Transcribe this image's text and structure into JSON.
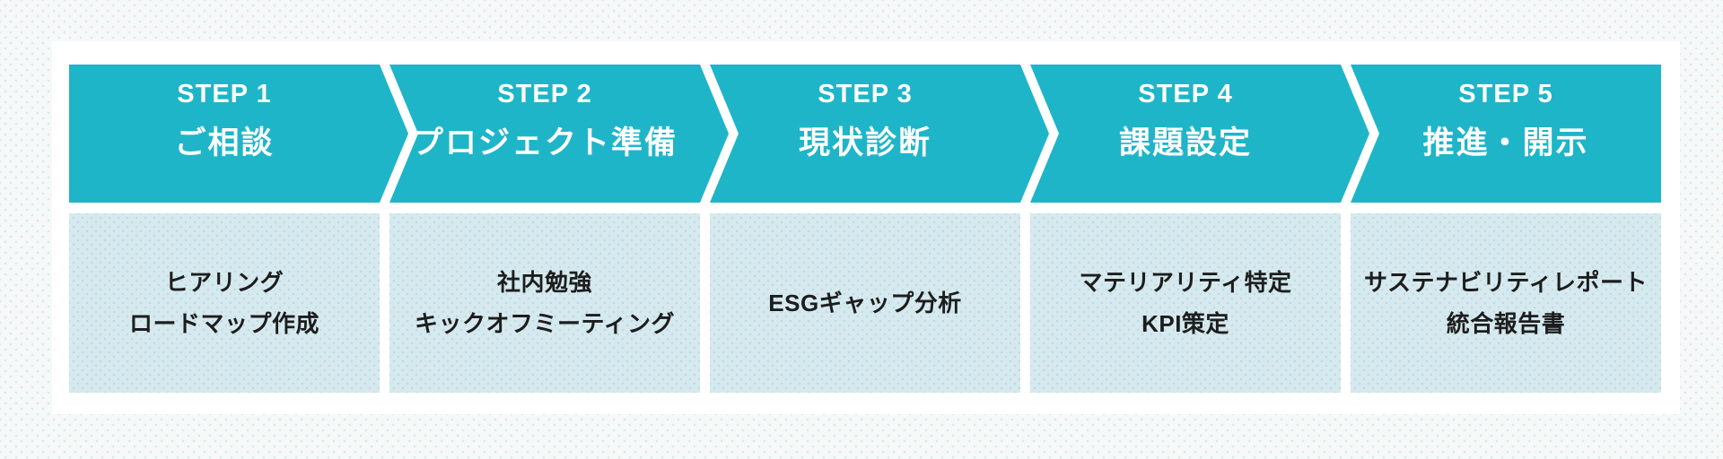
{
  "colors": {
    "page_bg": "#f7f8f8",
    "card_bg": "#ffffff",
    "accent_teal": "#1fb5c8",
    "detail_box_bg": "#d6e9ee",
    "detail_text": "#1d1d1d",
    "step_text": "#ffffff"
  },
  "process": {
    "steps": [
      {
        "label": "STEP 1",
        "title": "ご相談",
        "details": [
          "ヒアリング",
          "ロードマップ作成"
        ]
      },
      {
        "label": "STEP 2",
        "title": "プロジェクト準備",
        "details": [
          "社内勉強",
          "キックオフミーティング"
        ]
      },
      {
        "label": "STEP 3",
        "title": "現状診断",
        "details": [
          "ESGギャップ分析"
        ]
      },
      {
        "label": "STEP 4",
        "title": "課題設定",
        "details": [
          "マテリアリティ特定",
          "KPI策定"
        ]
      },
      {
        "label": "STEP 5",
        "title": "推進・開示",
        "details": [
          "サステナビリティレポート",
          "統合報告書"
        ]
      }
    ]
  }
}
